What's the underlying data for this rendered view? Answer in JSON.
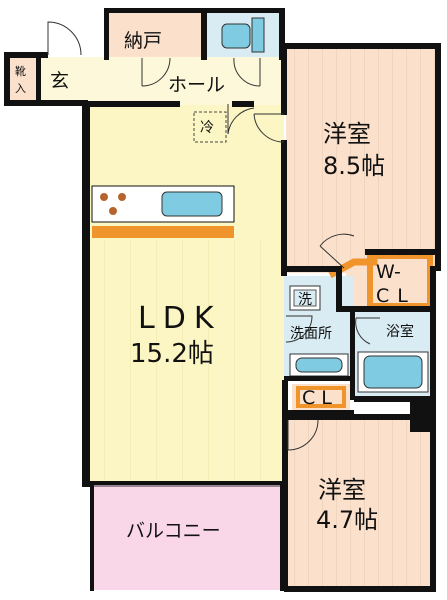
{
  "rooms": {
    "storage": "納戸",
    "entrance": "玄",
    "shoe_box": "靴入",
    "hall": "ホール",
    "fridge": "冷",
    "western_room_1": {
      "name": "洋室",
      "size": "8.5帖"
    },
    "walk_in_closet": {
      "line1": "W-",
      "line2": "CL"
    },
    "ldk": {
      "name": "LDK",
      "size": "15.2帖"
    },
    "washer": "洗",
    "washroom": "洗面所",
    "bathroom": "浴室",
    "closet": "CL",
    "western_room_2": {
      "name": "洋室",
      "size": "4.7帖"
    },
    "balcony": "バルコニー"
  },
  "colors": {
    "wall": "#111111",
    "ldk_floor": "#fbf6c4",
    "western_floor": "#fbe1cc",
    "wet_area": "#d9ecf3",
    "hall_floor": "#fdf8d9",
    "balcony": "#f9d7e8",
    "accent_orange": "#f0952b",
    "fixture_blue": "#7fcbe2",
    "stove_brown": "#b5652b"
  }
}
